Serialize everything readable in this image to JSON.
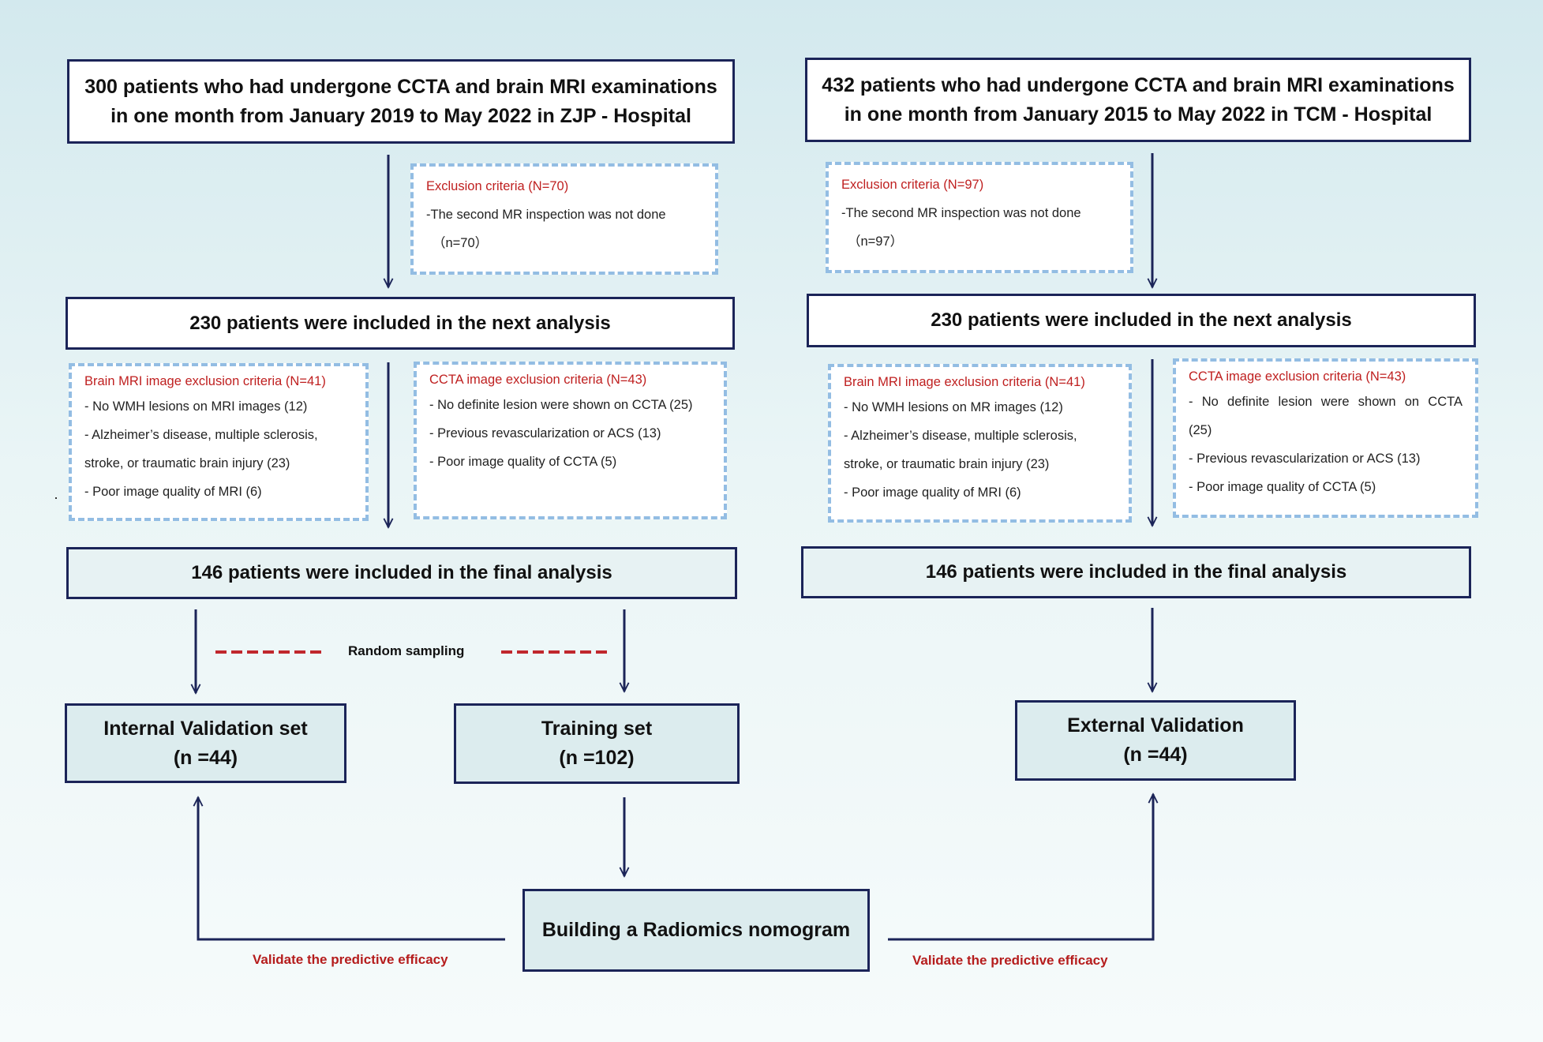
{
  "left": {
    "top_box": [
      "300 patients who had undergone CCTA and brain MRI examinations",
      "in one month from January 2019 to May 2022 in ZJP - Hospital"
    ],
    "exclusion": {
      "title": "Exclusion criteria (N=70)",
      "lines": [
        "-The second MR inspection was not done",
        "（n=70）"
      ]
    },
    "included_box": "230 patients were included in the next analysis",
    "mri_criteria": {
      "title": "Brain MRI image exclusion criteria (N=41)",
      "lines": [
        "- No WMH lesions on MRI images (12)",
        "- Alzheimer’s disease, multiple sclerosis,",
        "stroke, or traumatic brain injury (23)",
        "- Poor image quality of MRI (6)"
      ]
    },
    "ccta_criteria": {
      "title": "CCTA image exclusion criteria (N=43)",
      "lines": [
        "- No definite lesion were shown on CCTA (25)",
        "- Previous revascularization or ACS (13)",
        "- Poor image quality of CCTA (5)"
      ]
    },
    "final_box": "146 patients were included in the final analysis",
    "random_sampling": "Random sampling",
    "internal_validation": [
      "Internal Validation set",
      "(n =44)"
    ],
    "training_set": [
      "Training set",
      "(n =102)"
    ]
  },
  "right": {
    "top_box": [
      "432 patients who had undergone CCTA and brain MRI examinations",
      "in one month from January 2015 to May 2022 in TCM - Hospital"
    ],
    "exclusion": {
      "title": "Exclusion criteria (N=97)",
      "lines": [
        "-The second MR inspection was not done",
        "（n=97）"
      ]
    },
    "included_box": "230 patients were included in the next analysis",
    "mri_criteria": {
      "title": "Brain MRI image exclusion criteria (N=41)",
      "lines": [
        "- No WMH lesions on MR images (12)",
        "- Alzheimer’s disease, multiple sclerosis,",
        "stroke, or traumatic brain injury (23)",
        "- Poor image quality of MRI (6)"
      ]
    },
    "ccta_criteria": {
      "title": "CCTA image exclusion criteria (N=43)",
      "lines": [
        "- No definite lesion were shown on CCTA",
        "(25)",
        "- Previous revascularization or ACS (13)",
        "- Poor image quality of CCTA (5)"
      ]
    },
    "final_box": "146 patients were included in the final analysis",
    "external_validation": [
      "External Validation",
      "(n =44)"
    ]
  },
  "nomogram_box": "Building a Radiomics nomogram",
  "validate_left": "Validate the predictive efficacy",
  "validate_right": "Validate the predictive efficacy",
  "colors": {
    "box_border": "#1b2458",
    "criteria_border": "#93bde3",
    "criteria_title": "#bf1f1f",
    "sampling_dash": "#c0272d",
    "validate_label": "#b51c1c"
  }
}
